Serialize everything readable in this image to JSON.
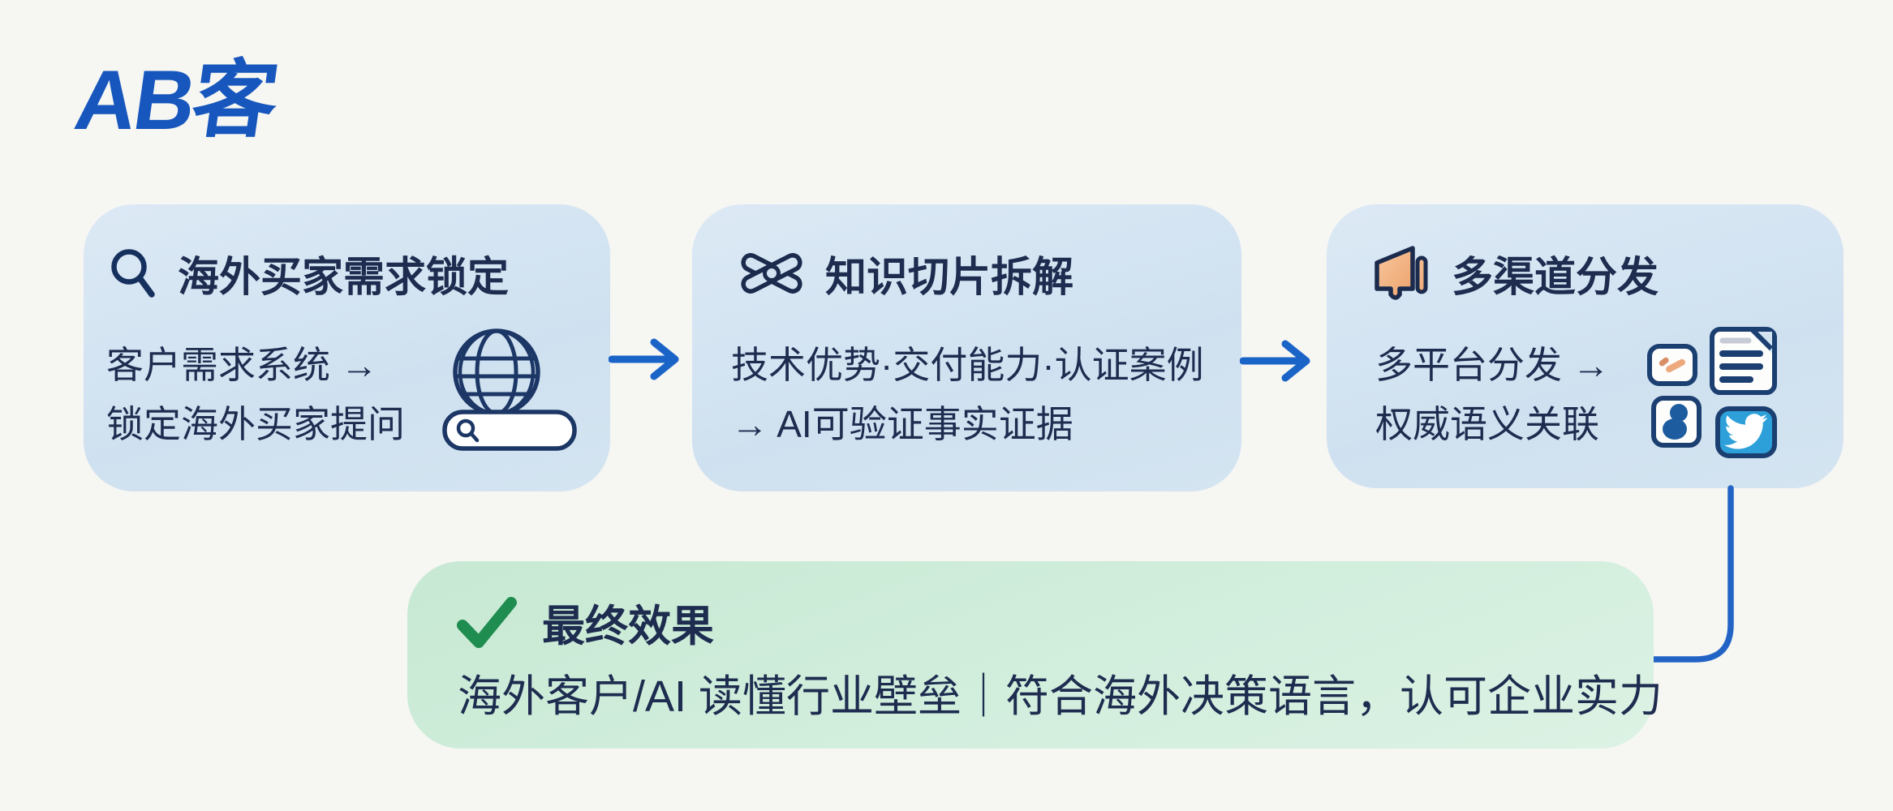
{
  "logo": {
    "text": "AB客",
    "color": "#1757bd"
  },
  "flow": {
    "steps": [
      {
        "id": "step-1",
        "icon": "magnifier-icon",
        "title": "海外买家需求锁定",
        "body_lines": [
          "客户需求系统 →",
          "锁定海外买家提问"
        ],
        "graphic": "globe-with-search-bar"
      },
      {
        "id": "step-2",
        "icon": "scissors-icon",
        "title": "知识切片拆解",
        "body_lines": [
          "技术优势·交付能力·认证案例",
          "→ AI可验证事实证据"
        ]
      },
      {
        "id": "step-3",
        "icon": "megaphone-icon",
        "title": "多渠道分发",
        "body_lines": [
          "多平台分发 →",
          "权威语义关联"
        ],
        "channel_icons": [
          "chat-icon",
          "document-icon",
          "user-icon",
          "twitter-icon"
        ]
      }
    ],
    "result": {
      "icon": "checkmark-icon",
      "title": "最终效果",
      "body": "海外客户/AI 读懂行业壁垒｜符合海外决策语言，认可企业实力"
    }
  },
  "colors": {
    "background": "#f6f6f3",
    "box_blue": "#d2e2f1",
    "box_green": "#cdebd8",
    "text_navy": "#1d2c4f",
    "icon_navy": "#1c3f72",
    "logo_blue": "#1757bd",
    "arrow_blue": "#1b64c7",
    "accent_orange": "#f2b187",
    "check_green": "#1f8c50",
    "twitter_blue": "#2da0d9"
  }
}
